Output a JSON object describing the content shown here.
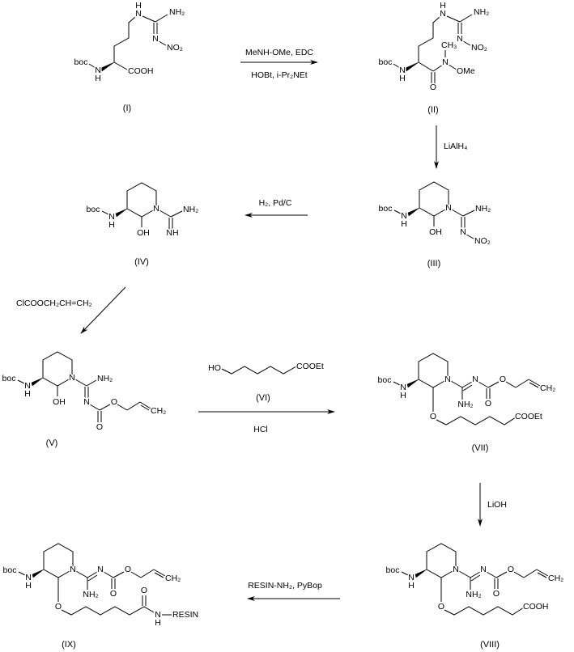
{
  "atoms": {
    "boc": "boc",
    "N": "N",
    "H": "H",
    "NH": "NH",
    "NH2": "NH₂",
    "NO2": "NO₂",
    "OH": "OH",
    "O": "O",
    "CH2": "CH₂",
    "CH3": "CH₃",
    "OMe": "OMe",
    "COOH": "COOH",
    "COOEt": "COOEt",
    "HO": "HO",
    "RESIN": "RESIN"
  },
  "compounds": {
    "I": "(I)",
    "II": "(II)",
    "III": "(III)",
    "IV": "(IV)",
    "V": "(V)",
    "VI": "(VI)",
    "VII": "(VII)",
    "VIII": "(VIII)",
    "IX": "(IX)"
  },
  "reagents": {
    "step1_top": "MeNH-OMe, EDC",
    "step1_bottom": "HOBt, i-Pr₂NEt",
    "step2": "LiAlH₄",
    "step3": "H₂, Pd/C",
    "step4": "ClCOOCH₂CH=CH₂",
    "step5_bottom": "HCl",
    "step6": "LiOH",
    "step7": "RESIN-NH₂, PyBop"
  }
}
